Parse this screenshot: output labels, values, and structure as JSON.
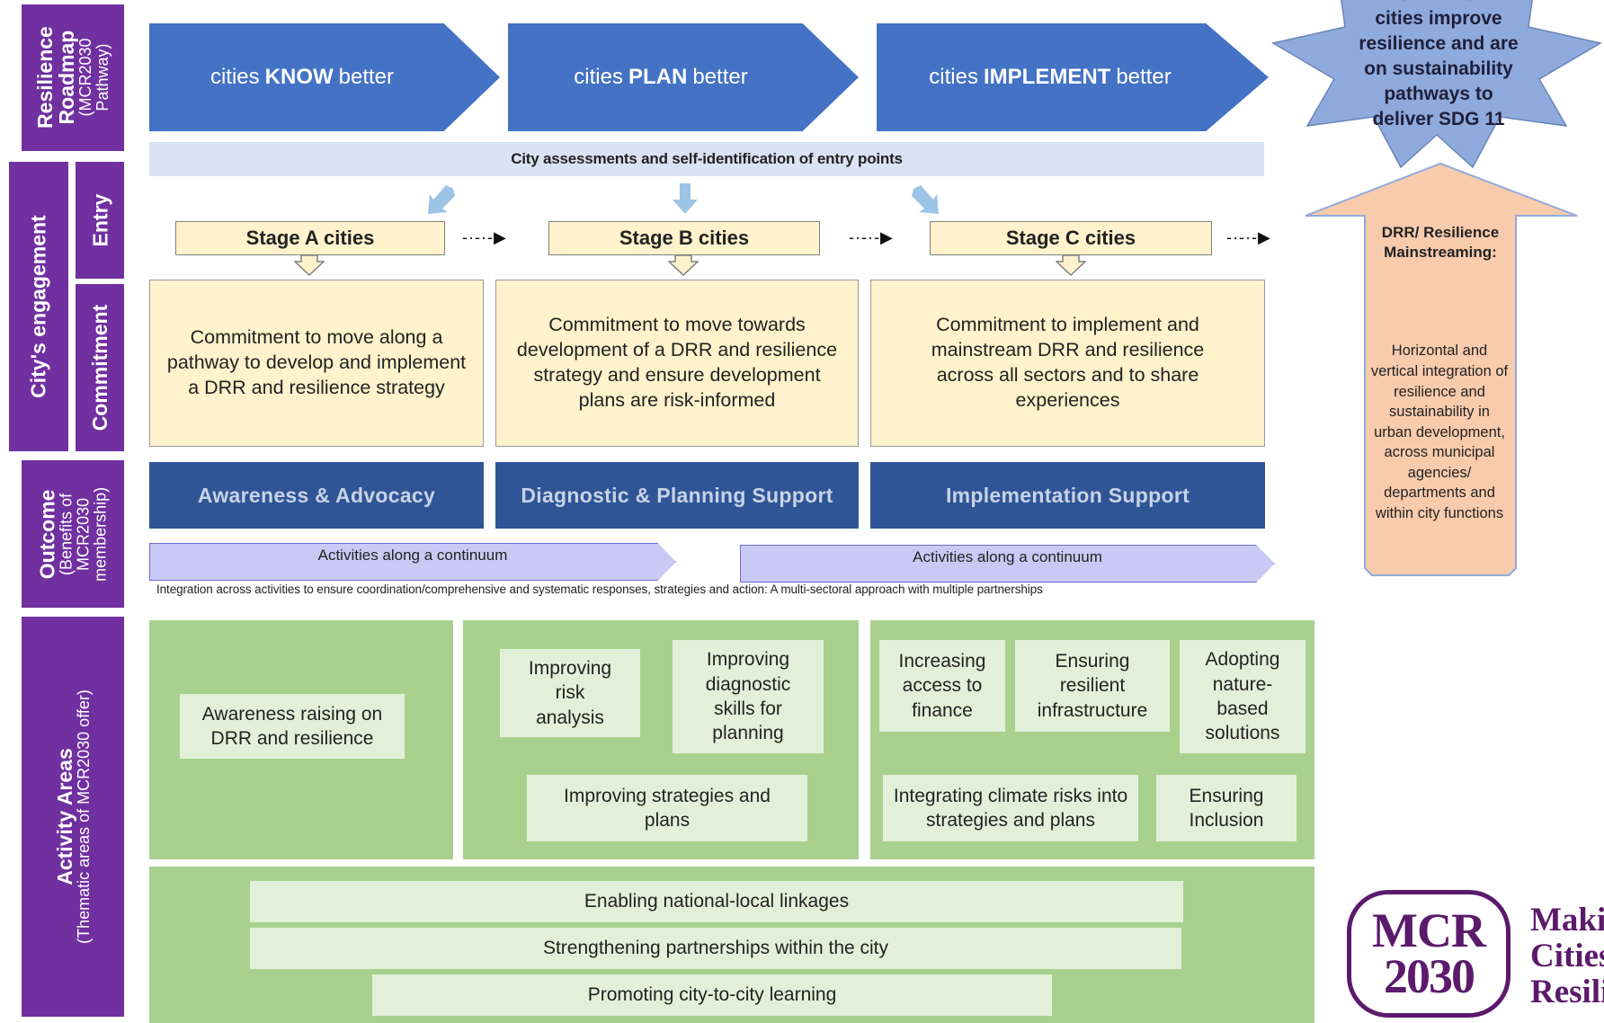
{
  "left_labels": {
    "roadmap": {
      "title": "Resilience Roadmap",
      "sub": "(MCR2030 Pathway)"
    },
    "engagement": {
      "title": "City's engagement",
      "entry": "Entry",
      "commitment": "Commitment"
    },
    "outcome": {
      "title": "Outcome",
      "sub": "(Benefits of MCR2030 membership)"
    },
    "activity": {
      "title": "Activity Areas",
      "sub": "(Thematic areas of MCR2030 offer)"
    }
  },
  "pathway": [
    {
      "pre": "cities ",
      "bold": "KNOW",
      "post": " better"
    },
    {
      "pre": "cities ",
      "bold": "PLAN",
      "post": " better"
    },
    {
      "pre": "cities ",
      "bold": "IMPLEMENT",
      "post": " better"
    }
  ],
  "star": {
    "text": "cities improve resilience and are on sustainability pathways to deliver SDG 11"
  },
  "assessment_bar": "City assessments and self-identification of entry points",
  "stages": [
    "Stage A cities",
    "Stage B cities",
    "Stage C cities"
  ],
  "commitments": [
    "Commitment to move along a pathway to develop and implement a DRR and resilience strategy",
    "Commitment to move towards development of a DRR and resilience strategy and ensure development plans are risk-informed",
    "Commitment to implement and mainstream DRR and resilience across all sectors and to share experiences"
  ],
  "outcomes": [
    "Awareness & Advocacy",
    "Diagnostic & Planning Support",
    "Implementation Support"
  ],
  "continuum": [
    "Activities along a continuum",
    "Activities along a continuum"
  ],
  "integration_note": "Integration across activities to ensure coordination/comprehensive and systematic responses, strategies and action:  A multi-sectoral approach with multiple partnerships",
  "mainstreaming": {
    "title": "DRR/ Resilience Mainstreaming:",
    "body": "Horizontal and vertical integration of resilience and sustainability in urban development, across municipal agencies/ departments and within city functions"
  },
  "activities": {
    "a": [
      "Awareness raising on DRR and resilience"
    ],
    "b": [
      "Improving risk analysis",
      "Improving diagnostic skills for planning",
      "Improving strategies and plans"
    ],
    "c": [
      "Increasing access to finance",
      "Ensuring resilient infrastructure",
      "Adopting nature-based solutions",
      "Integrating climate risks into strategies and plans",
      "Ensuring Inclusion"
    ],
    "cross": [
      "Enabling national-local linkages",
      "Strengthening partnerships within the city",
      "Promoting city-to-city learning"
    ]
  },
  "logo": {
    "mark_line1": "MCR",
    "mark_line2": "2030",
    "word1": "Making",
    "word2": "Cities",
    "word3": "Resilient"
  },
  "colors": {
    "purple": "#7030a0",
    "chevron_blue": "#4472c4",
    "navy": "#2f5597",
    "stage_cream": "#fff2cc",
    "green": "#a9d18e",
    "pale_green": "#e2f0d9",
    "star_blue": "#8faadc",
    "peach": "#f8cbad",
    "logo_purple": "#5b1a6b"
  }
}
